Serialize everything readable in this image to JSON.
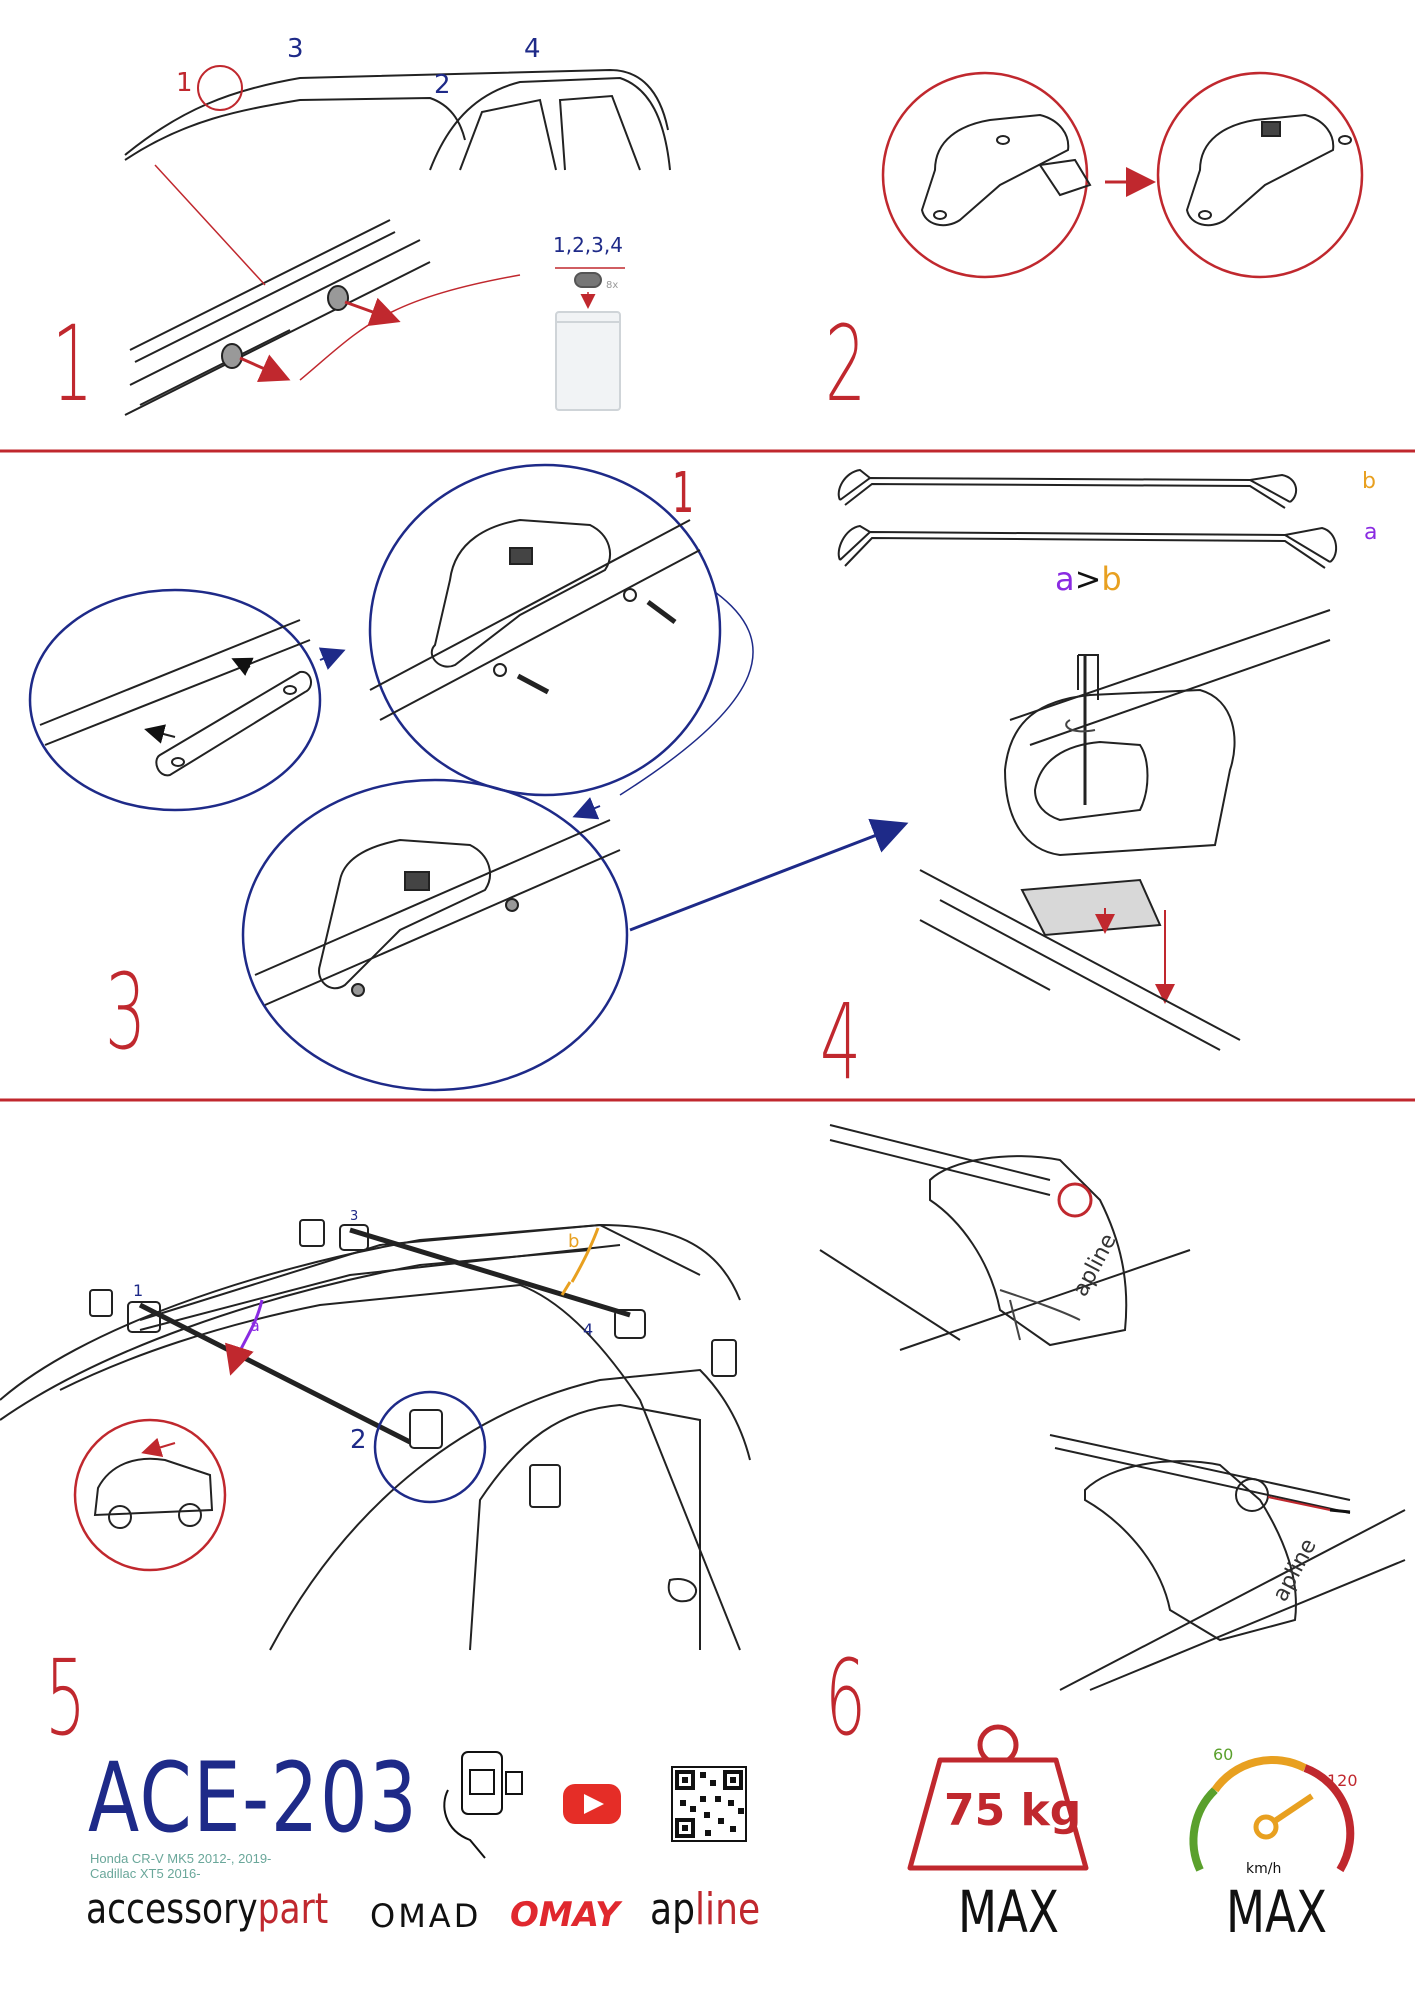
{
  "steps": {
    "s1": "1",
    "s2": "2",
    "s3": "3",
    "s4": "4",
    "s5": "5",
    "s6": "6"
  },
  "callouts": {
    "roof_1": "1",
    "roof_2": "2",
    "roof_3": "3",
    "roof_4": "4",
    "plugs_label": "1,2,3,4",
    "plugs_qty": "8x",
    "sub_1": "1",
    "bar_b": "b",
    "bar_a": "a",
    "cmp_a": "a",
    "cmp_gt": ">",
    "cmp_b": "b",
    "car_1": "1",
    "car_2": "2",
    "car_3": "3",
    "car_4": "4",
    "car_a": "a",
    "car_b": "b",
    "foot_brand": "apline"
  },
  "footer": {
    "model": "ACE-203",
    "compat_line1": "Honda CR-V MK5 2012-, 2019-",
    "compat_line2": "Cadillac XT5 2016-",
    "brand_accessory_a": "accessory",
    "brand_accessory_b": "part",
    "brand_omad": "OMAD",
    "brand_omay": "OMAY",
    "brand_apline_a": "ap",
    "brand_apline_b": "line"
  },
  "limits": {
    "weight": "75 kg",
    "weight_label": "MAX",
    "speed_60": "60",
    "speed_120": "120",
    "speed_unit": "km/h",
    "speed_label": "MAX"
  },
  "colors": {
    "red": "#c0282e",
    "blue": "#1e2a88",
    "purple": "#8a2be2",
    "orange": "#e8a020",
    "youtube": "#e52d27"
  },
  "icons": [
    "phone-scan-icon",
    "youtube-icon",
    "qr-code-icon",
    "weight-icon",
    "speedometer-icon"
  ]
}
